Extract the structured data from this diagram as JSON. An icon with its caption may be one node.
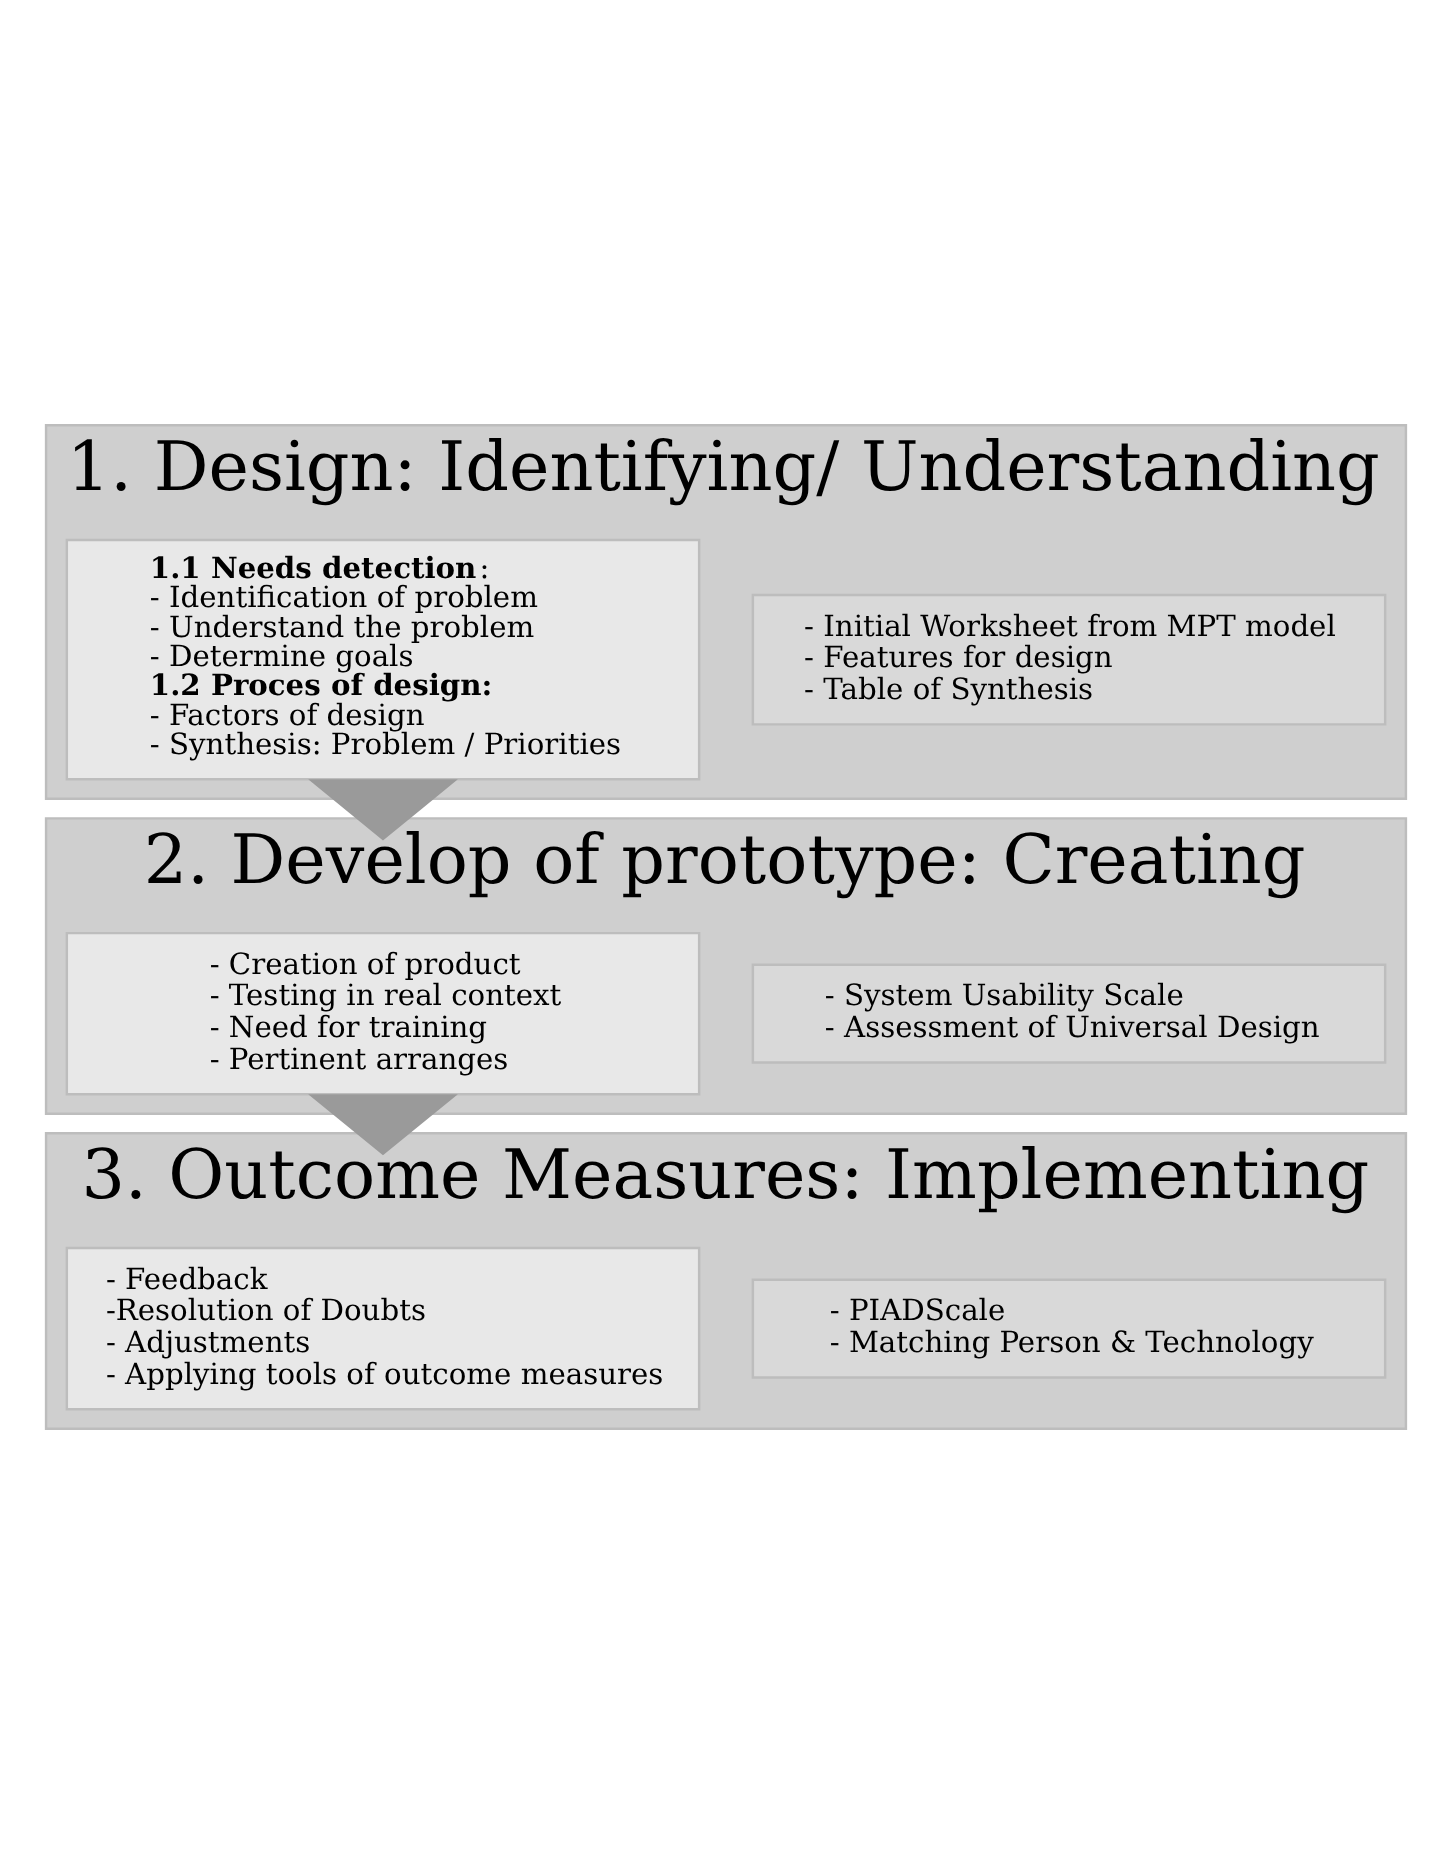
{
  "diagram": {
    "nodes": [
      {
        "text": [
          "1. Design: Identifying/ Understanding"
        ]
      },
      {
        "text": [
          "**1.1 Needs detection**:",
          "- Identification of problem",
          "- Understand the problem",
          "- Determine goals",
          "**1.2 Proces of design:**",
          "- Factors of design",
          "- Synthesis: Problem / Priorities"
        ],
        "in": 0
      },
      {
        "text": [
          "- Initial Worksheet from MPT model",
          "- Features for design",
          "- Table of Synthesis"
        ],
        "in": 0
      },
      {
        "text": [
          "2. Develop of prototype: Creating"
        ]
      },
      {
        "text": [
          "- Creation of product",
          "- Testing in real context",
          "- Need for training",
          "- Pertinent arranges"
        ],
        "in": 3
      },
      {
        "text": [
          "- System Usability Scale",
          "- Assessment of Universal Design"
        ],
        "in": 3
      },
      {
        "text": [
          "3. Outcome Measures: Implementing"
        ]
      },
      {
        "text": [
          "- Feedback",
          "-Resolution of Doubts",
          "- Adjustments",
          "- Applying tools of outcome measures"
        ],
        "in": 6
      },
      {
        "text": [
          "- PIADScale",
          "- Matching Person & Technology"
        ],
        "in": 6
      }
    ],
    "edges": [
      {
        "from": 0,
        "to": 3,
        "arrow": "to"
      },
      {
        "from": 3,
        "to": 6,
        "arrow": "to"
      }
    ]
  }
}
